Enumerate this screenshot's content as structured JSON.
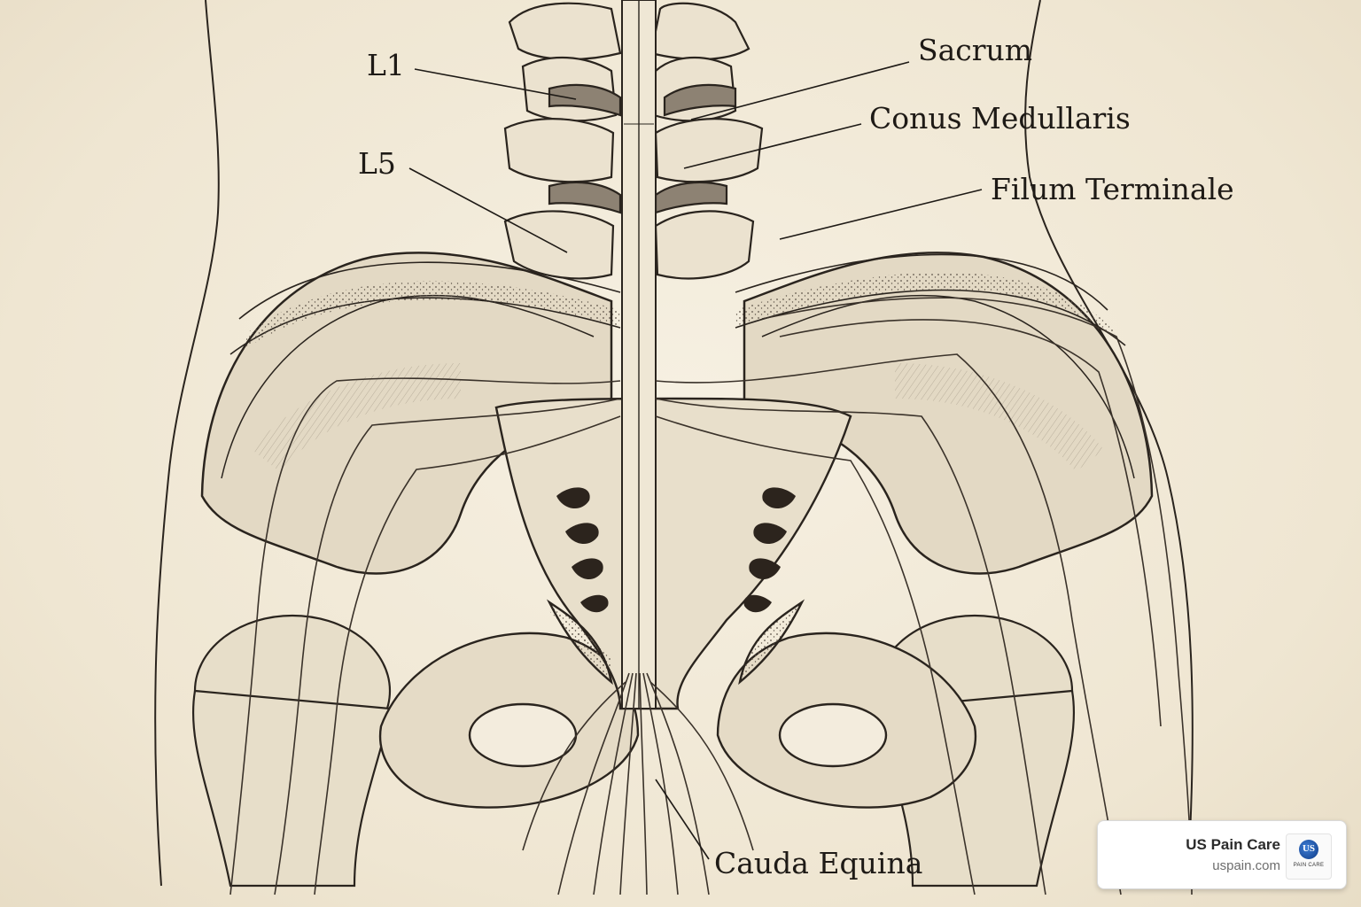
{
  "labels": {
    "l1": "L1",
    "l5": "L5",
    "sacrum": "Sacrum",
    "conus": "Conus Medullaris",
    "filum": "Filum Terminale",
    "cauda": "Cauda Equina"
  },
  "badge": {
    "brand": "US Pain Care",
    "site": "uspain.com",
    "logo_mark": "US",
    "logo_text": "PAIN CARE",
    "logo_color": "#1d4f9e"
  },
  "colors": {
    "paper": "#f1ead9",
    "ink": "#1e1a16"
  }
}
